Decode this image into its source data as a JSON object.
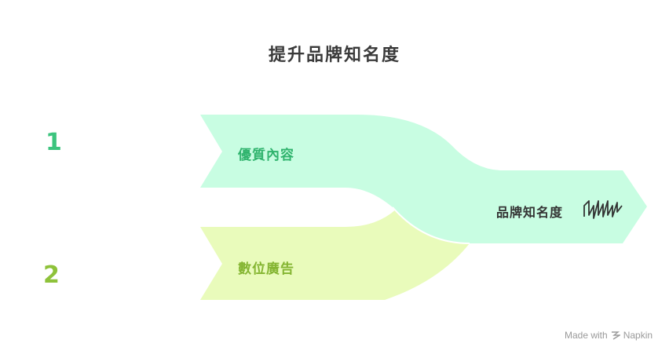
{
  "title": "提升品牌知名度",
  "steps": [
    {
      "number": "1",
      "label": "優質內容",
      "color": "#3cc47e",
      "fill": "#c8fde2"
    },
    {
      "number": "2",
      "label": "數位廣告",
      "color": "#8ec23a",
      "fill": "#e9fbbb"
    }
  ],
  "result": {
    "label": "品牌知名度",
    "icon": "wave-pulse-icon"
  },
  "footer": {
    "made_with": "Made with",
    "brand": "Napkin",
    "brand_icon": "napkin-logo-icon"
  }
}
